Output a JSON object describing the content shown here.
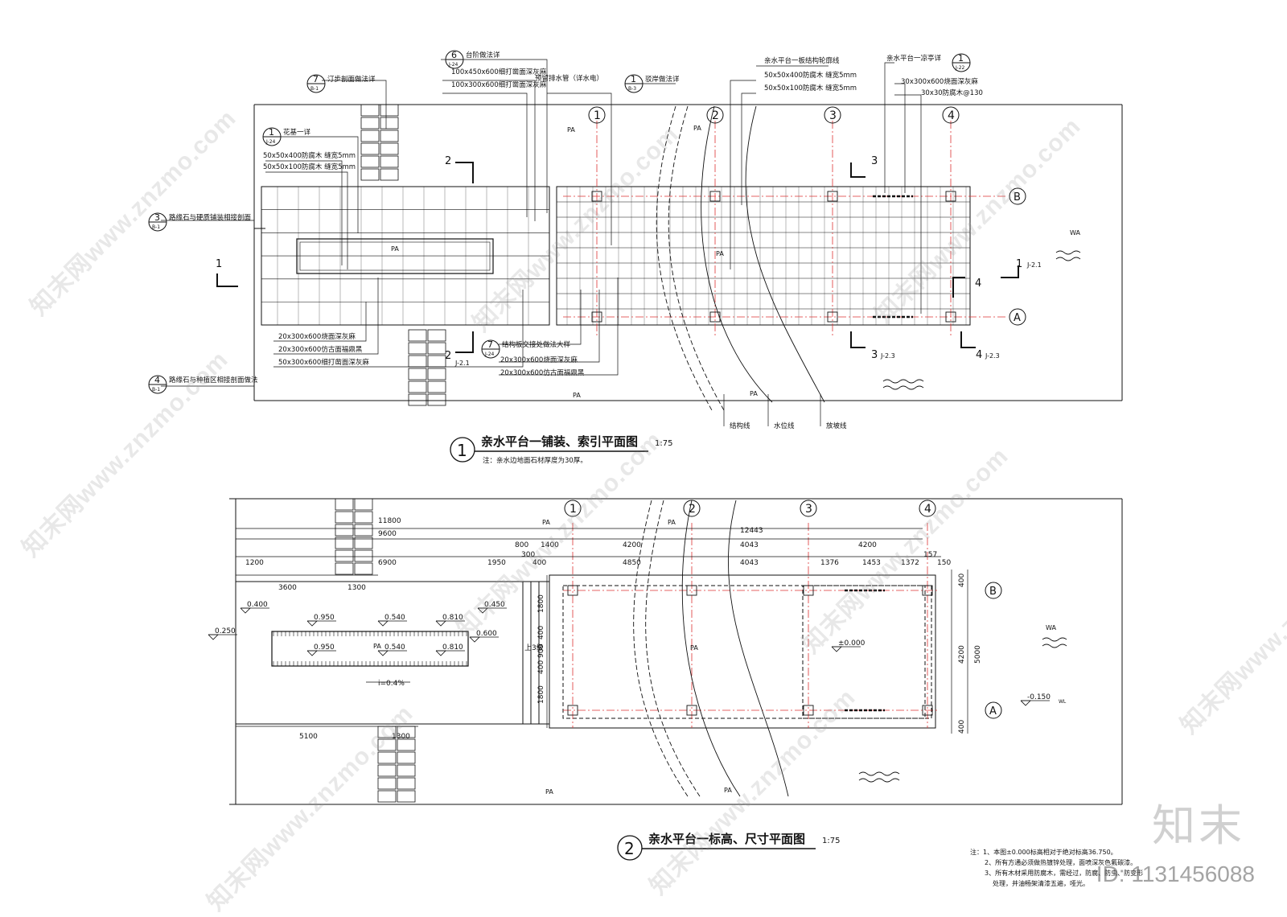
{
  "plan1": {
    "title": "亲水平台一铺装、索引平面图",
    "scale": "1:75",
    "number": "1",
    "note": "注：亲水边地面石材厚度为30厚。",
    "callouts": [
      {
        "sym": "6",
        "sub": "J-24",
        "text": "台阶做法详"
      },
      {
        "sym": "7",
        "sub": "B-1",
        "text": "汀步剖面做法详"
      },
      {
        "sym": "1",
        "sub": "B-3",
        "text": "驳岸做法详"
      },
      {
        "sym": "1",
        "sub": "J-24",
        "text": "花基一详"
      },
      {
        "sym": "3",
        "sub": "B-1",
        "text": "路缘石与硬质铺装相接剖面"
      },
      {
        "sym": "4",
        "sub": "B-1",
        "text": "路缘石与种植区相接剖面做法"
      },
      {
        "sym": "7",
        "sub": "J-24",
        "text": "结构板交接处做法大样"
      },
      {
        "sym": "1",
        "sub": "J-22",
        "text": "亲水平台一凉亭详"
      }
    ],
    "labels_top": [
      "100x450x600细打凿面深灰麻",
      "100x300x600细打凿面深灰麻",
      "预留排水管（详水电）",
      "亲水平台一板结构轮廓线",
      "50x50x400防腐木 缝宽5mm",
      "50x50x100防腐木 缝宽5mm",
      "30x300x600烧面深灰麻",
      "30x30防腐木@130"
    ],
    "labels_left": [
      "50x50x400防腐木 缝宽5mm",
      "50x50x100防腐木 缝宽5mm"
    ],
    "labels_bottom": [
      "20x300x600烧面深灰麻",
      "20x300x600仿古面福鼎黑",
      "50x300x600细打凿面深灰麻",
      "20x300x600烧面深灰麻",
      "20x300x600仿古面福鼎黑"
    ],
    "line_labels": [
      "结构线",
      "水位线",
      "放坡线"
    ],
    "area_labels": [
      "PA",
      "PA",
      "PA",
      "PA",
      "PA",
      "WA"
    ],
    "grid": [
      "1",
      "2",
      "3",
      "4"
    ],
    "rows": [
      "A",
      "B"
    ],
    "sections": [
      "1",
      "2",
      "2",
      "J-2.1",
      "1",
      "J-2.1",
      "3",
      "3",
      "J-2.3",
      "4",
      "4",
      "J-2.3"
    ]
  },
  "plan2": {
    "title": "亲水平台一标高、尺寸平面图",
    "scale": "1:75",
    "number": "2",
    "grid": [
      "1",
      "2",
      "3",
      "4"
    ],
    "rows": [
      "A",
      "B"
    ],
    "dims": {
      "row1": [
        "11800",
        "12443"
      ],
      "row2": [
        "9600",
        "800",
        "1400",
        "4200",
        "4043",
        "4200"
      ],
      "row3": [
        "1200",
        "6900",
        "1950",
        "300",
        "400",
        "4850",
        "4043",
        "1376",
        "1453",
        "1372",
        "157",
        "150"
      ],
      "row4": [
        "3600",
        "1300"
      ],
      "row5": [
        "5100",
        "1300"
      ],
      "vert_right": [
        "400",
        "4200",
        "5000",
        "400"
      ],
      "vert_left": [
        "1800",
        "400",
        "900",
        "400",
        "1800"
      ]
    },
    "levels": [
      "0.400",
      "0.250",
      "0.950",
      "0.540",
      "0.810",
      "0.450",
      "0.600",
      "0.950",
      "0.540",
      "0.810",
      "±0.000",
      "-0.150"
    ],
    "level_suffix": "WL",
    "slope": "i=0.4%",
    "steps": "上3级",
    "area_labels": [
      "PA",
      "PA",
      "PA",
      "PA",
      "PA",
      "PA",
      "WA"
    ]
  },
  "notes": [
    "注：1、本图±0.000标高相对于绝对标高36.750。",
    "2、所有方通必须做热镀锌处理，面喷深灰色氟碳漆。",
    "3、所有木材采用防腐木，需经过，防腐、防虫、防变形",
    "处理，并油畅架清漆五遍，哑光。"
  ],
  "watermark": {
    "text": "知末网www.znzmo.com",
    "brand": "知末",
    "id": "ID: 1131456088"
  }
}
